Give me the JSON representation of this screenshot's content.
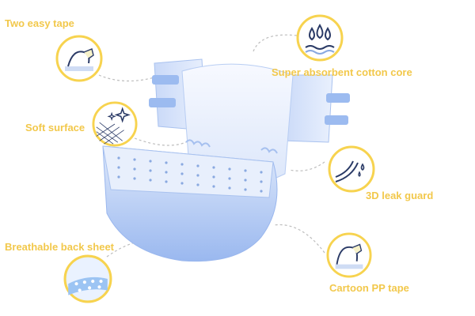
{
  "labels": {
    "two_easy_tape": "Two easy tape",
    "super_absorbent_core": "Super absorbent cotton core",
    "soft_surface": "Soft surface",
    "leak_guard": "3D leak guard",
    "breathable_back_sheet": "Breathable back sheet",
    "cartoon_pp_tape": "Cartoon PP tape"
  },
  "icons": {
    "tape": "tape-fold-icon",
    "core": "water-drops-icon",
    "soft": "sparkle-mesh-icon",
    "leak": "leak-guard-icon",
    "back": "breathable-sheet-icon",
    "pp": "pp-tape-icon"
  },
  "colors": {
    "accent": "#f2c84b",
    "diaper_blue": "#9bbcf0",
    "diaper_light": "#e6eefc",
    "badge_ring": "#f7d34f",
    "dash": "#b9b9b9"
  }
}
